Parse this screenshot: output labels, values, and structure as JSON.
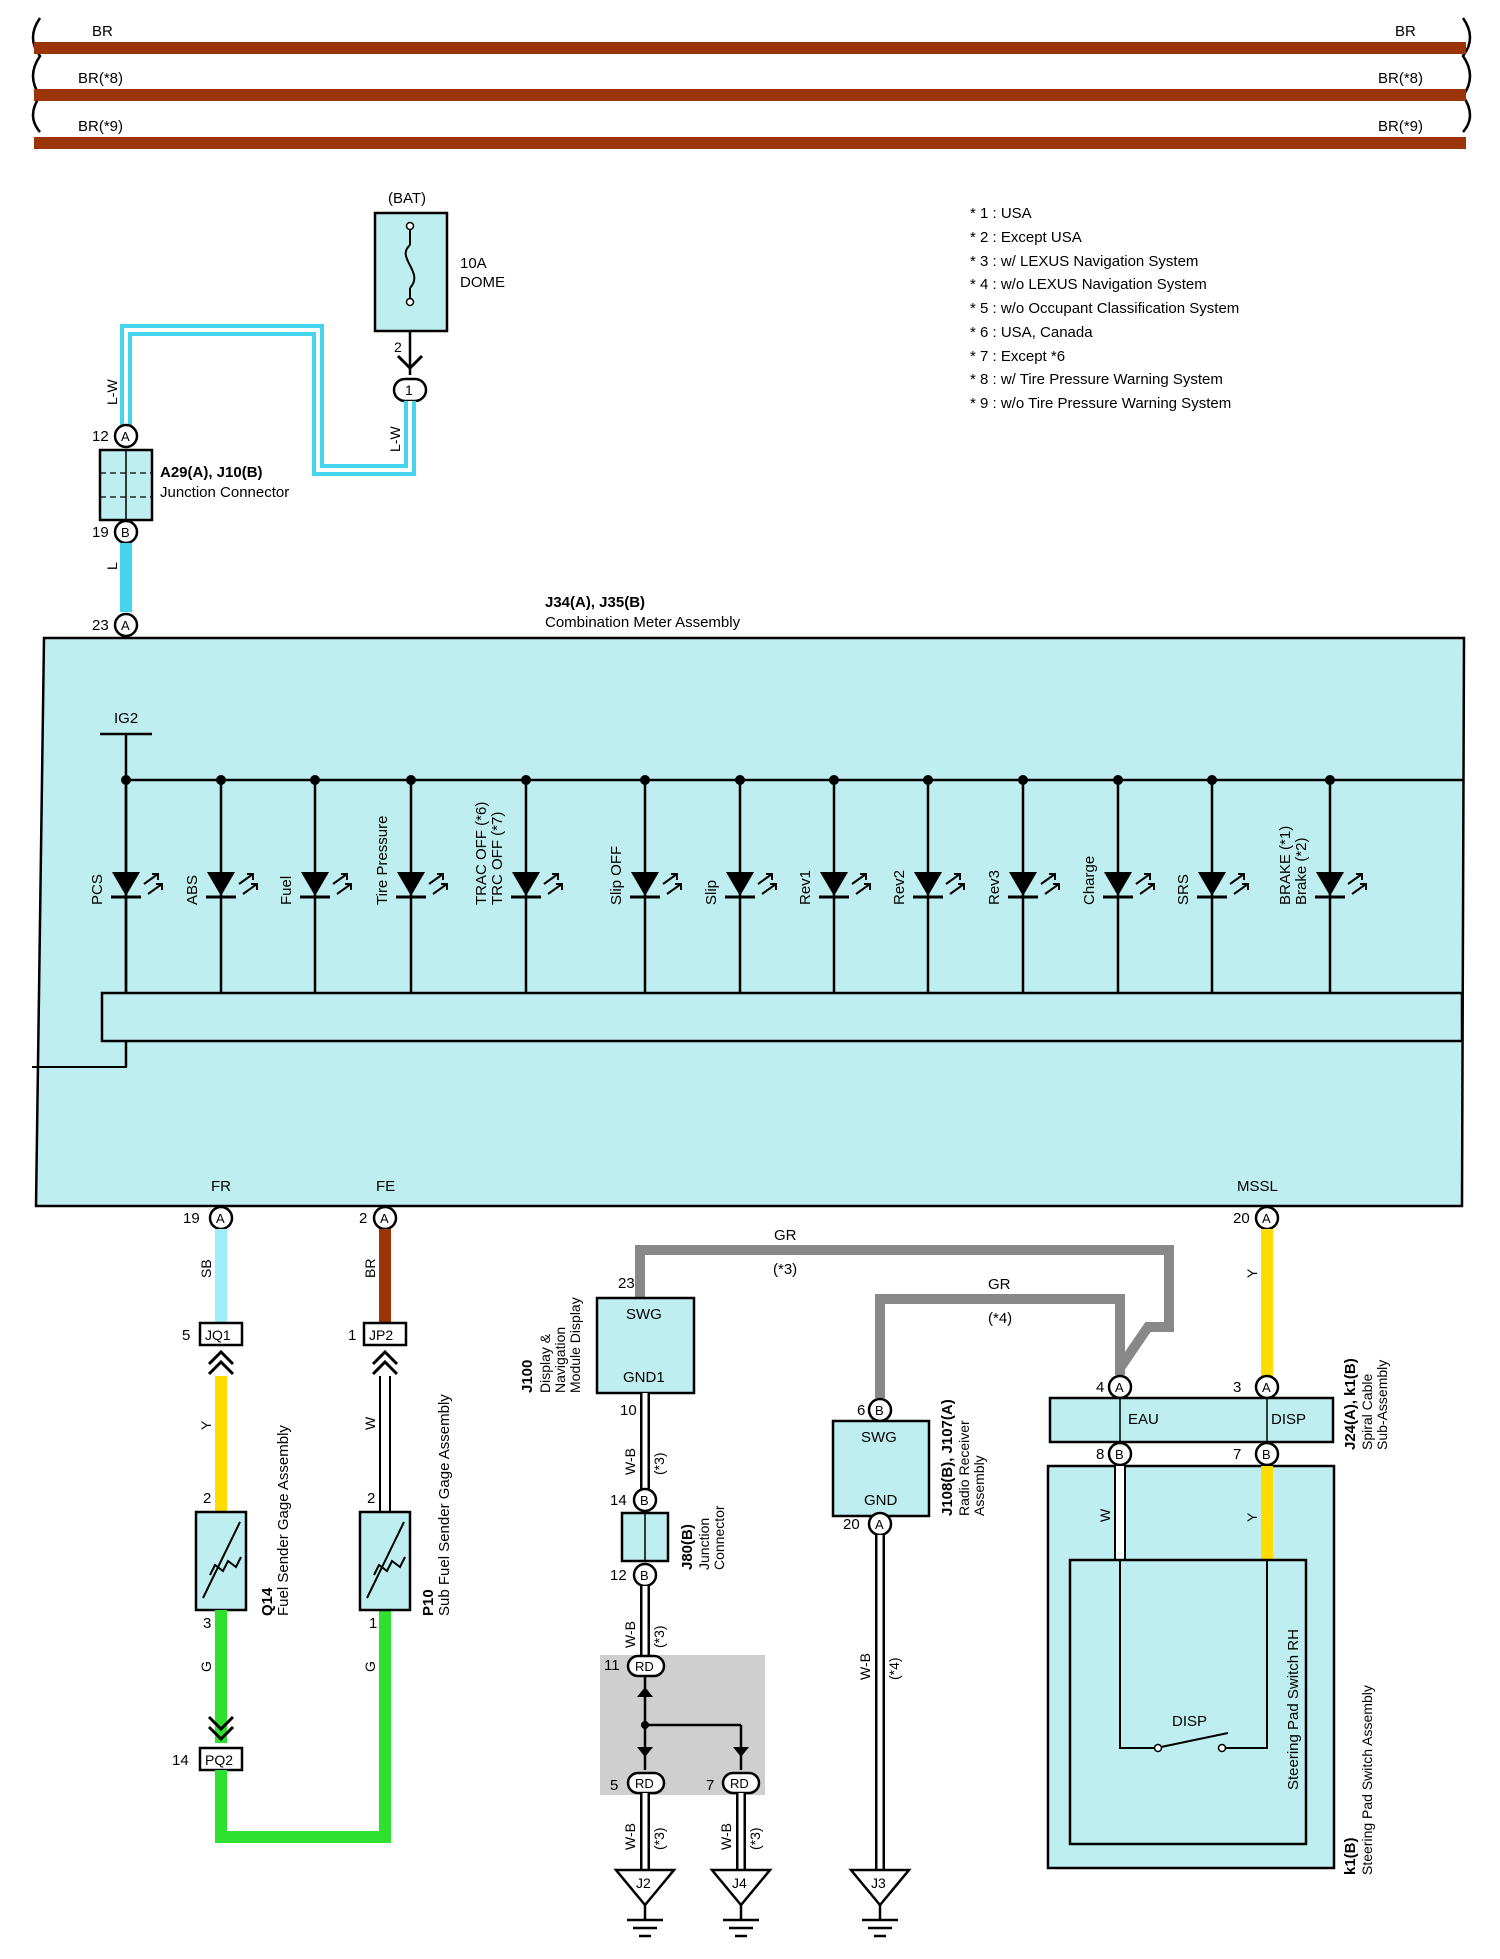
{
  "harness": {
    "rows": [
      {
        "left": "BR",
        "right": "BR"
      },
      {
        "left": "BR(*8)",
        "right": "BR(*8)"
      },
      {
        "left": "BR(*9)",
        "right": "BR(*9)"
      }
    ],
    "color": "#9b3508"
  },
  "notes": [
    "* 1 : USA",
    "* 2 : Except USA",
    "* 3 : w/ LEXUS Navigation System",
    "* 4 : w/o LEXUS Navigation System",
    "* 5 : w/o Occupant Classification System",
    "* 6 : USA,  Canada",
    "* 7 : Except *6",
    "* 8 : w/ Tire Pressure Warning System",
    "* 9 : w/o Tire Pressure Warning System"
  ],
  "fuse": {
    "source": "(BAT)",
    "rating": "10A",
    "name": "DOME",
    "pin": "2",
    "connector": "1"
  },
  "junction_a29": {
    "id": "A29(A), J10(B)",
    "name": "Junction Connector",
    "pin_top": "12",
    "pin_top_label": "A",
    "pin_bottom": "19",
    "pin_bottom_label": "B",
    "wire_top": "L-W",
    "wire_fuse": "L-W",
    "wire_bottom": "L"
  },
  "meter": {
    "id": "J34(A), J35(B)",
    "name": "Combination Meter Assembly",
    "pin_in": "23",
    "pin_in_label": "A",
    "pin_in_sub": "B",
    "ig": "IG2",
    "lamps": [
      "PCS",
      "ABS",
      "Fuel",
      "Tire Pressure",
      "TRAC OFF (*6)",
      "TRC OFF (*7)",
      "Slip OFF",
      "Slip",
      "Rev1",
      "Rev2",
      "Rev3",
      "Charge",
      "SRS",
      "BRAKE (*1)",
      "Brake (*2)"
    ],
    "terminals": [
      {
        "name": "FR",
        "pin": "19",
        "label": "A"
      },
      {
        "name": "FE",
        "pin": "2",
        "label": "A"
      },
      {
        "name": "MSSL",
        "pin": "20",
        "label": "A"
      }
    ]
  },
  "fuel_left": {
    "wire_top": "SB",
    "conn_pin": "5",
    "conn": "JQ1",
    "wire_mid": "Y",
    "pin_top": "2",
    "id": "Q14",
    "name": "Fuel Sender Gage Assembly",
    "pin_bottom": "3",
    "wire_bottom": "G",
    "conn2_pin": "14",
    "conn2": "PQ2"
  },
  "fuel_right": {
    "wire_top": "BR",
    "conn_pin": "1",
    "conn": "JP2",
    "wire_mid": "W",
    "pin_top": "2",
    "id": "P10",
    "name": "Sub Fuel Sender Gage Assembly",
    "pin_bottom": "1",
    "wire_bottom": "G"
  },
  "display": {
    "id": "J100",
    "name1": "Display &",
    "name2": "Navigation",
    "name3": "Module Display",
    "swg": "SWG",
    "gnd": "GND1",
    "pin_swg": "23",
    "pin_gnd": "10",
    "wire": "W-B",
    "note": "(*3)",
    "gr_wire": "GR",
    "gr_note": "(*3)"
  },
  "j80": {
    "id": "J80(B)",
    "name1": "Junction",
    "name2": "Connector",
    "pin_top": "14",
    "pin_top_label": "B",
    "pin_bottom": "12",
    "pin_bottom_label": "B",
    "wire": "W-B",
    "note": "(*3)"
  },
  "rd": {
    "pin_top": "11",
    "pin_left": "5",
    "pin_right": "7",
    "label": "RD",
    "wire": "W-B",
    "note": "(*3)"
  },
  "grounds": [
    "J2",
    "J4",
    "J3"
  ],
  "radio": {
    "id": "J108(B), J107(A)",
    "name1": "Radio Receiver",
    "name2": "Assembly",
    "swg": "SWG",
    "gnd": "GND",
    "pin_swg": "6",
    "pin_swg_label": "B",
    "pin_gnd": "20",
    "pin_gnd_label": "A",
    "wire": "W-B",
    "note": "(*4)",
    "gr_wire": "GR",
    "gr_note": "(*4)"
  },
  "spiral": {
    "id": "J24(A), k1(B)",
    "name1": "Spiral Cable",
    "name2": "Sub-Assembly",
    "eau": "EAU",
    "disp": "DISP",
    "pin_eau": "4",
    "pin_disp": "3",
    "pin_eau_label": "A",
    "pin_disp_label": "A",
    "pin_w": "8",
    "pin_y": "7",
    "pin_w_label": "B",
    "pin_y_label": "B",
    "wire_msl": "Y",
    "wire_w": "W",
    "wire_y": "Y"
  },
  "steering": {
    "id": "k1(B)",
    "name": "Steering Pad Switch Assembly",
    "inner": "Steering Pad Switch RH",
    "switch": "DISP"
  },
  "colors": {
    "lightblue": "#44d4ec",
    "cyan": "#9eeefa",
    "yellow": "#ffdc00",
    "green": "#2ee12e",
    "brown": "#9b3508",
    "gray": "#888888",
    "boxfill": "#bfeef0"
  }
}
